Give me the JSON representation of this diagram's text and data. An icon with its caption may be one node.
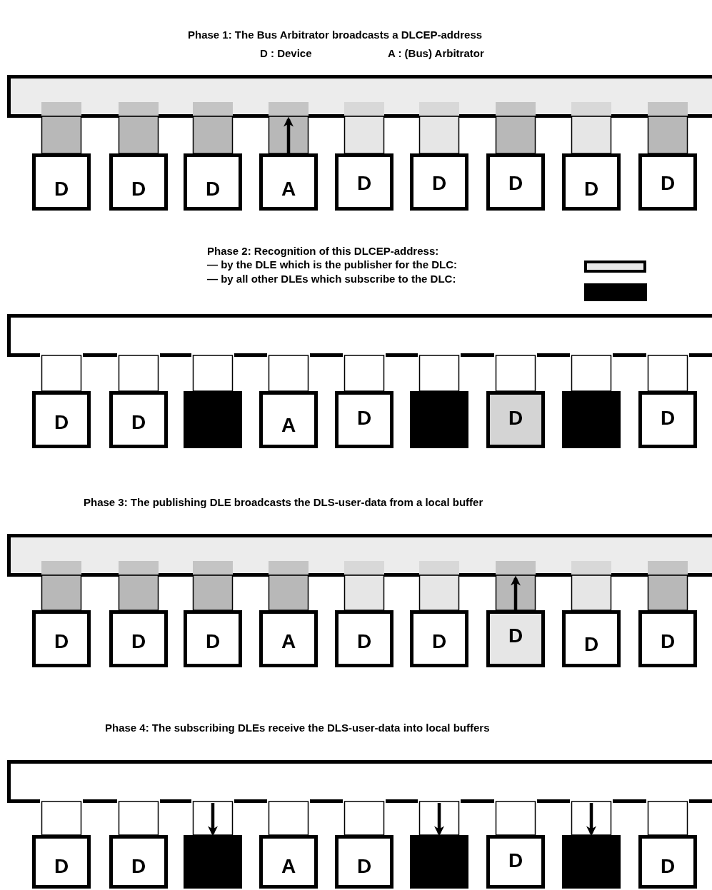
{
  "diagram": {
    "nodes": [
      {
        "text": [],
        "shape": "bar"
      },
      {
        "text": [
          "D"
        ]
      },
      {
        "text": [
          "D"
        ]
      },
      {
        "text": [
          "D"
        ]
      },
      {
        "text": [
          "A"
        ]
      },
      {
        "text": [
          "D"
        ]
      },
      {
        "text": [
          "D"
        ]
      },
      {
        "text": [
          "D"
        ]
      },
      {
        "text": [
          "D"
        ]
      },
      {
        "text": [
          "D"
        ]
      },
      {
        "text": [],
        "shape": "bar"
      },
      {
        "text": [
          "D"
        ]
      },
      {
        "text": [
          "D"
        ]
      },
      {
        "text": [],
        "shape": "box"
      },
      {
        "text": [
          "A"
        ]
      },
      {
        "text": [
          "D"
        ]
      },
      {
        "text": [],
        "shape": "box"
      },
      {
        "text": [
          "D"
        ]
      },
      {
        "text": [],
        "shape": "box"
      },
      {
        "text": [
          "D"
        ]
      },
      {
        "text": [],
        "shape": "bar"
      },
      {
        "text": [
          "D"
        ]
      },
      {
        "text": [
          "D"
        ]
      },
      {
        "text": [
          "D"
        ]
      },
      {
        "text": [
          "A"
        ]
      },
      {
        "text": [
          "D"
        ]
      },
      {
        "text": [
          "D"
        ]
      },
      {
        "text": [
          "D"
        ]
      },
      {
        "text": [
          "D"
        ]
      },
      {
        "text": [
          "D"
        ]
      },
      {
        "text": [],
        "shape": "bar"
      },
      {
        "text": [
          "D"
        ]
      },
      {
        "text": [
          "D"
        ]
      },
      {
        "text": [],
        "shape": "box"
      },
      {
        "text": [
          "A"
        ]
      },
      {
        "text": [
          "D"
        ]
      },
      {
        "text": [],
        "shape": "box"
      },
      {
        "text": [
          "D"
        ]
      },
      {
        "text": [],
        "shape": "box"
      },
      {
        "text": [
          "D"
        ]
      }
    ],
    "edges": [
      {
        "from": 0,
        "to": 1,
        "arrow": "none"
      },
      {
        "from": 0,
        "to": 2,
        "arrow": "none"
      },
      {
        "from": 0,
        "to": 3,
        "arrow": "none"
      },
      {
        "from": 4,
        "to": 0,
        "arrow": "to"
      },
      {
        "from": 0,
        "to": 5,
        "arrow": "none"
      },
      {
        "from": 0,
        "to": 6,
        "arrow": "none"
      },
      {
        "from": 0,
        "to": 7,
        "arrow": "none"
      },
      {
        "from": 0,
        "to": 8,
        "arrow": "none"
      },
      {
        "from": 0,
        "to": 9,
        "arrow": "none"
      },
      {
        "from": 10,
        "to": 11,
        "arrow": "none"
      },
      {
        "from": 10,
        "to": 12,
        "arrow": "none"
      },
      {
        "from": 10,
        "to": 13,
        "arrow": "none"
      },
      {
        "from": 10,
        "to": 14,
        "arrow": "none"
      },
      {
        "from": 10,
        "to": 15,
        "arrow": "none"
      },
      {
        "from": 10,
        "to": 16,
        "arrow": "none"
      },
      {
        "from": 10,
        "to": 17,
        "arrow": "none"
      },
      {
        "from": 10,
        "to": 18,
        "arrow": "none"
      },
      {
        "from": 10,
        "to": 19,
        "arrow": "none"
      },
      {
        "from": 20,
        "to": 21,
        "arrow": "none"
      },
      {
        "from": 20,
        "to": 22,
        "arrow": "none"
      },
      {
        "from": 20,
        "to": 23,
        "arrow": "none"
      },
      {
        "from": 20,
        "to": 24,
        "arrow": "none"
      },
      {
        "from": 20,
        "to": 25,
        "arrow": "none"
      },
      {
        "from": 20,
        "to": 26,
        "arrow": "none"
      },
      {
        "from": 27,
        "to": 20,
        "arrow": "to"
      },
      {
        "from": 20,
        "to": 28,
        "arrow": "none"
      },
      {
        "from": 20,
        "to": 29,
        "arrow": "none"
      },
      {
        "from": 30,
        "to": 31,
        "arrow": "none"
      },
      {
        "from": 30,
        "to": 32,
        "arrow": "none"
      },
      {
        "from": 30,
        "to": 33,
        "arrow": "to"
      },
      {
        "from": 30,
        "to": 34,
        "arrow": "none"
      },
      {
        "from": 30,
        "to": 35,
        "arrow": "none"
      },
      {
        "from": 30,
        "to": 36,
        "arrow": "to"
      },
      {
        "from": 30,
        "to": 37,
        "arrow": "none"
      },
      {
        "from": 30,
        "to": 38,
        "arrow": "to"
      },
      {
        "from": 30,
        "to": 39,
        "arrow": "none"
      }
    ],
    "labels": [
      "Phase 1: The Bus Arbitrator broadcasts a DLCEP-address",
      "D : Device",
      "A : (Bus) Arbitrator",
      "Phase 2: Recognition of this DLCEP-address:",
      "Phase 3: The publishing DLE broadcasts the DLS-user-data from a local buffer",
      "Phase 4: The subscribing DLEs receive the DLS-user-data into local buffers"
    ],
    "legend": [
      {
        "text": "— by the DLE which is the publisher for the DLC:",
        "color": "#e8e8e8"
      },
      {
        "text": "— by all other DLEs which subscribe to the DLC:",
        "color": "#000000"
      }
    ]
  }
}
